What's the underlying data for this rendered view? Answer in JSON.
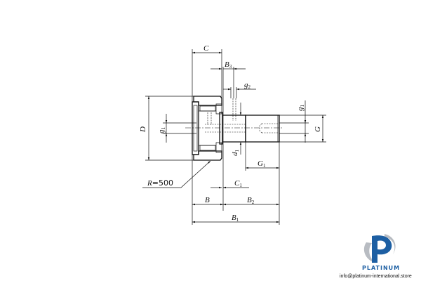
{
  "drawing": {
    "labels": {
      "C": {
        "main": "C",
        "sub": ""
      },
      "B3": {
        "main": "B",
        "sub": "3"
      },
      "g2": {
        "main": "g",
        "sub": "2"
      },
      "D": {
        "main": "D",
        "sub": ""
      },
      "g1_left": {
        "main": "g",
        "sub": "1"
      },
      "g1_right": {
        "main": "g",
        "sub": "1"
      },
      "G": {
        "main": "G",
        "sub": ""
      },
      "d1": {
        "main": "d",
        "sub": "1"
      },
      "G1": {
        "main": "G",
        "sub": "1"
      },
      "R": {
        "main": "R",
        "value": "=500"
      },
      "C1": {
        "main": "C",
        "sub": "1"
      },
      "B": {
        "main": "B",
        "sub": ""
      },
      "B2": {
        "main": "B",
        "sub": "2"
      },
      "B1": {
        "main": "B",
        "sub": "1"
      }
    }
  },
  "logo": {
    "brand": "PLATINUM",
    "email": "info@platinum-international.store",
    "colors": {
      "blue": "#1d5fa3",
      "grey": "#b8bcc2"
    }
  }
}
